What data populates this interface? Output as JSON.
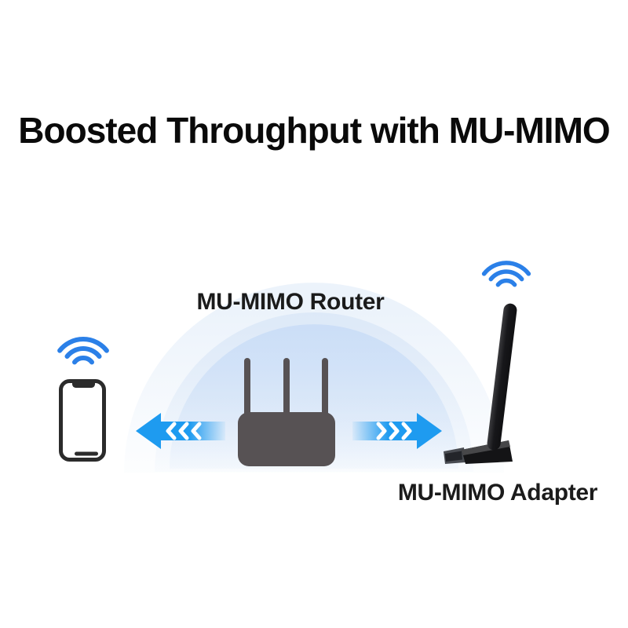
{
  "title": "Boosted Throughput with MU-MIMO",
  "diagram": {
    "router_label": "MU-MIMO Router",
    "adapter_label": "MU-MIMO Adapter",
    "icons": [
      "wifi-icon-phone",
      "phone-icon",
      "left-data-arrow",
      "router-icon",
      "right-data-arrow",
      "wifi-icon-adapter",
      "usb-adapter-icon",
      "signal-dome"
    ],
    "colors": {
      "arrow_blue": "#1E9BF0",
      "wifi_blue": "#2B80E8",
      "router_gray": "#575254",
      "device_dark": "#2B2B2B",
      "adapter_black": "#1B1B1D",
      "dome_inner": "#CBDEF7",
      "dome_middle": "#DDE9F8",
      "dome_outer": "#ECF3FB",
      "chevron_white": "#FFFFFF",
      "text_dark": "#1B1B1B",
      "title_dark": "#0A0A0A",
      "background": "#FFFFFF"
    }
  }
}
